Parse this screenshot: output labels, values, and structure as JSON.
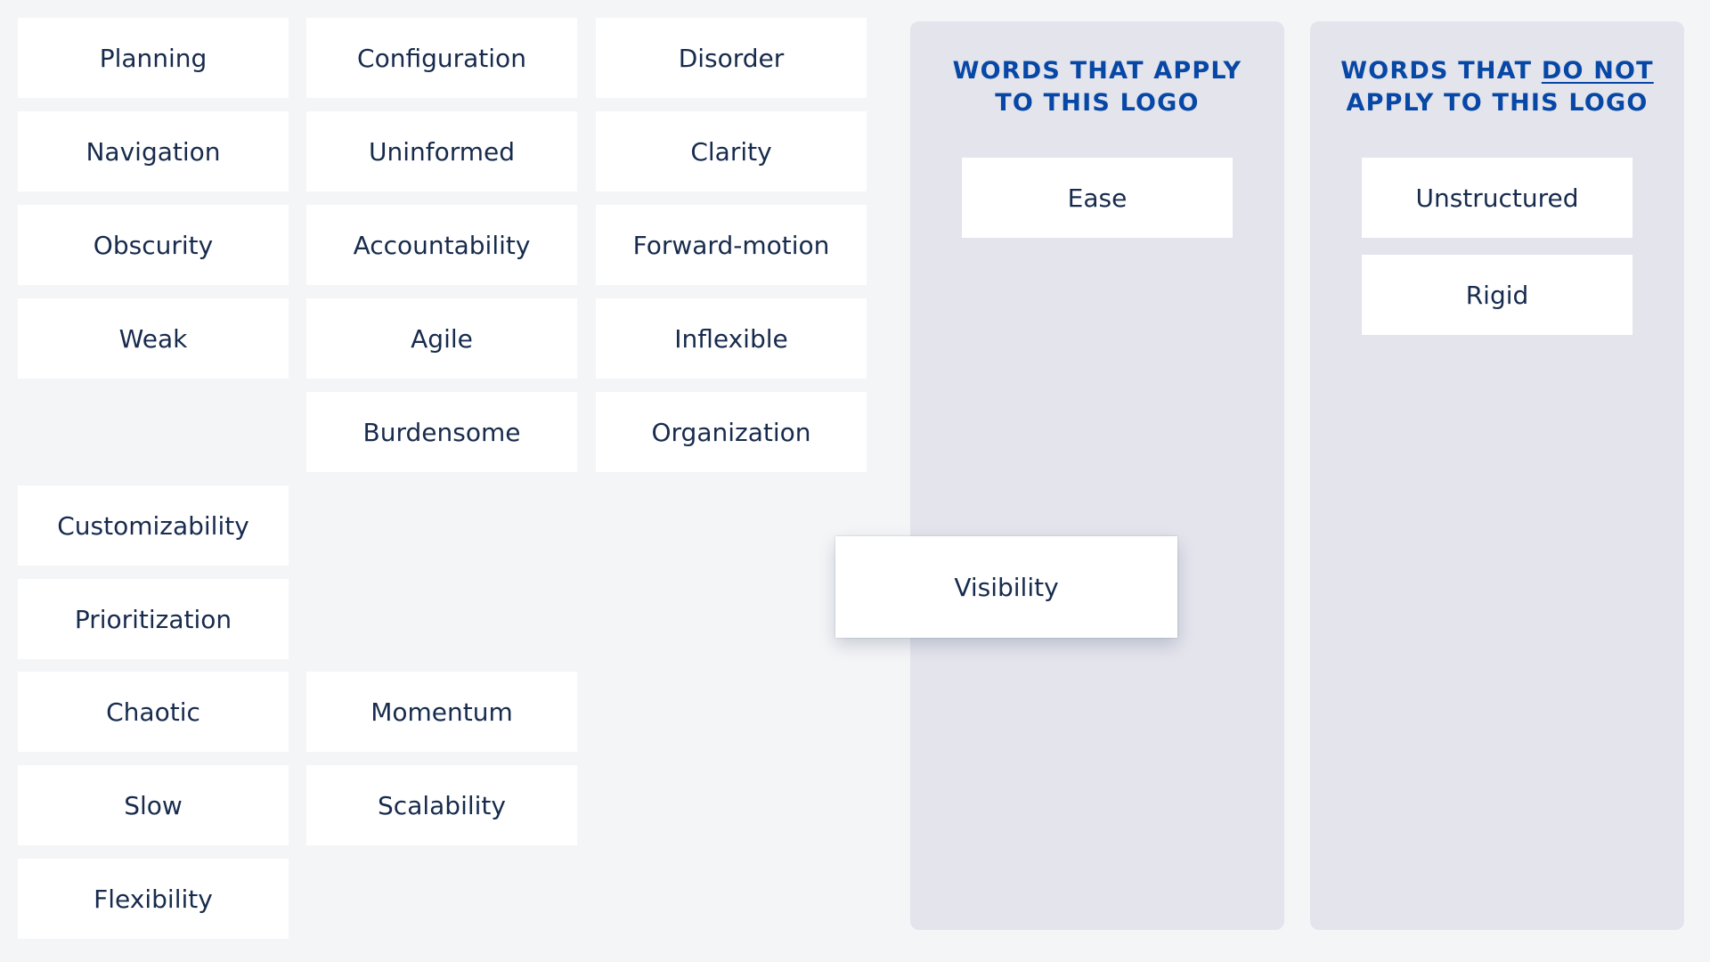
{
  "word_bank": {
    "col1": [
      "Planning",
      "Navigation",
      "Obscurity",
      "Weak",
      "Customizability",
      "Prioritization",
      "Chaotic",
      "Slow",
      "Flexibility"
    ],
    "col2": [
      "Configuration",
      "Uninformed",
      "Accountability",
      "Agile",
      "Burdensome",
      "Momentum",
      "Scalability"
    ],
    "col3": [
      "Disorder",
      "Clarity",
      "Forward-motion",
      "Inflexible",
      "Organization"
    ]
  },
  "columns": {
    "applies": {
      "title_line1": "WORDS THAT APPLY",
      "title_line2": "TO THIS LOGO",
      "items": [
        "Ease"
      ]
    },
    "not_applies": {
      "title_pre": "WORDS THAT ",
      "title_emphasis": "DO NOT",
      "title_line2": "APPLY TO THIS LOGO",
      "items": [
        "Unstructured",
        "Rigid"
      ]
    }
  },
  "dragging_card": {
    "label": "Visibility"
  },
  "colors": {
    "background": "#f4f5f7",
    "card": "#ffffff",
    "card_text": "#172b4d",
    "column_bg": "#e3e4ec",
    "title": "#0747a6"
  }
}
